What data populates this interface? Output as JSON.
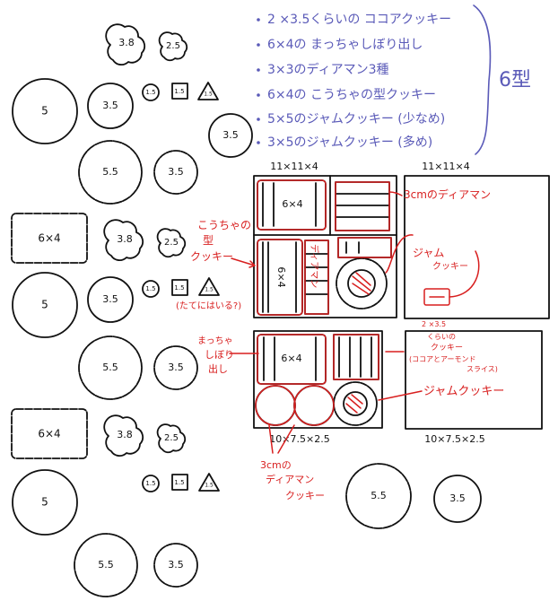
{
  "colors": {
    "ink": "#111111",
    "annotation_red": "#d81f1f",
    "notes_blue": "#5a5ab8",
    "paper": "#ffffff"
  },
  "notes": {
    "items": [
      "2 ×3.5くらいの ココアクッキー",
      "6×4の まっちゃしぼり出し",
      "3×3のディアマン3種",
      "6×4の こうちゃの型クッキー",
      "5×5のジャムクッキー (少なめ)",
      "3×5のジャムクッキー (多め)"
    ],
    "bracket_label": "6型"
  },
  "cookies": {
    "circle_5": "5",
    "circle_35": "3.5",
    "circle_15": "1.5",
    "square_15": "1.5",
    "triangle_15": "1.5",
    "scallop_55": "5.5",
    "scallop_35": "3.5",
    "rect_6x4": "6×4",
    "flower_38": "3.8",
    "flower_25": "2.5"
  },
  "boxes": {
    "box1": {
      "size": "11×11×4",
      "inner_6x4": "6×4",
      "inner_vertical_6x4": "6×4"
    },
    "box2": {
      "size": "11×11×4"
    },
    "box3": {
      "size": "10×7.5×2.5",
      "inner_6x4": "6×4"
    },
    "box4": {
      "size": "10×7.5×2.5"
    }
  },
  "annotations": {
    "diamant_3cm": "3cmのディアマン",
    "koucha_kata_line1": "こうちゃの",
    "koucha_kata_line2": "型",
    "koucha_kata_line3": "クッキー",
    "koucha_question": "(たてにはいる?)",
    "diamant_vertical": "ディアマン",
    "jam_cookie_box2_line1": "ジャム",
    "jam_cookie_box2_line2": "クッキー",
    "matcha_line1": "まっちゃ",
    "matcha_line2": "しぼり",
    "matcha_line3": "出し",
    "cocoa_line1": "2 ×3.5",
    "cocoa_line2": "くらいの",
    "cocoa_line3": "クッキー",
    "cocoa_line4": "(ココアとアーモンド",
    "cocoa_line5": "スライス)",
    "jam_cookie_box4": "ジャムクッキー",
    "diamant_bottom_line1": "3cmの",
    "diamant_bottom_line2": "ディアマン",
    "diamant_bottom_line3": "クッキー"
  }
}
